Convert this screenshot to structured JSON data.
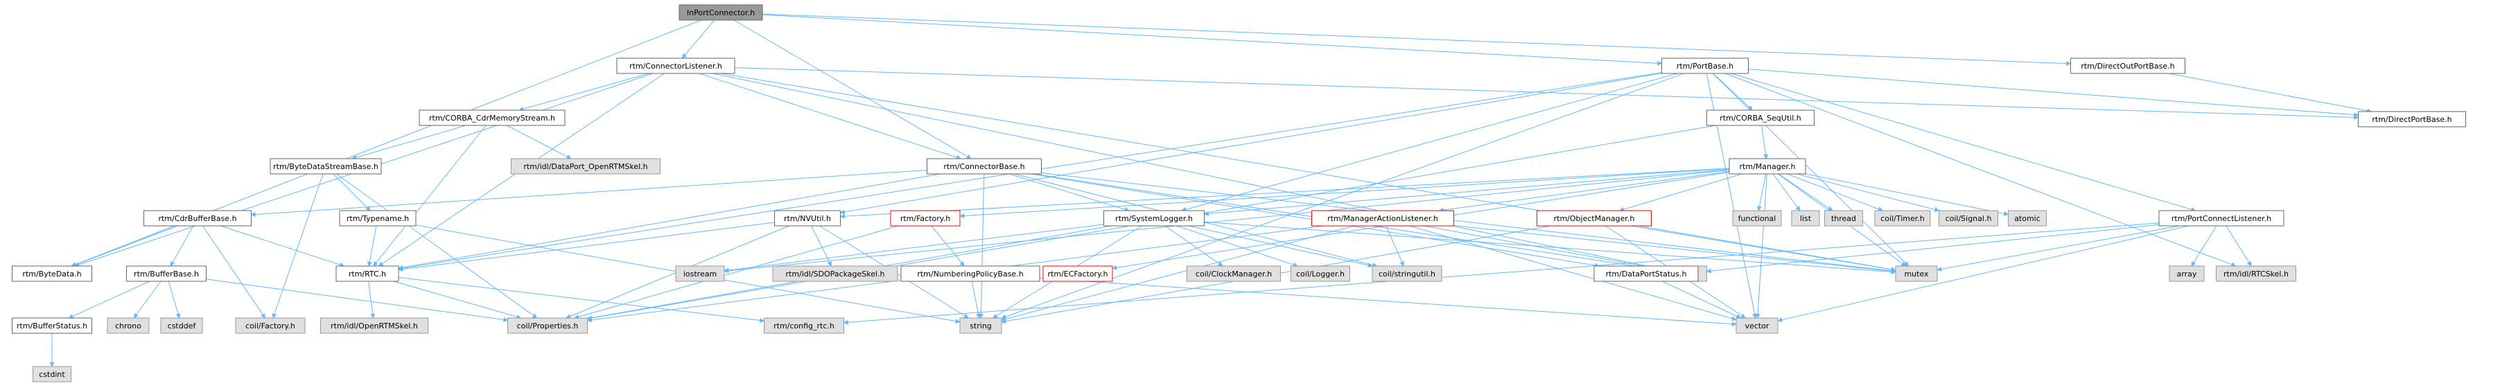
{
  "diagram": {
    "nodes": [
      {
        "id": "root",
        "label": "InPortConnector.h",
        "kind": "root"
      },
      {
        "id": "cl",
        "label": "rtm/ConnectorListener.h",
        "kind": "doc"
      },
      {
        "id": "pb",
        "label": "rtm/PortBase.h",
        "kind": "doc"
      },
      {
        "id": "dop",
        "label": "rtm/DirectOutPortBase.h",
        "kind": "doc"
      },
      {
        "id": "cdrm",
        "label": "rtm/CORBA_CdrMemoryStream.h",
        "kind": "doc"
      },
      {
        "id": "cs",
        "label": "rtm/CORBA_SeqUtil.h",
        "kind": "doc"
      },
      {
        "id": "dpb",
        "label": "rtm/DirectPortBase.h",
        "kind": "doc"
      },
      {
        "id": "bds",
        "label": "rtm/ByteDataStreamBase.h",
        "kind": "doc"
      },
      {
        "id": "dpo",
        "label": "rtm/idl/DataPort_OpenRTMSkel.h",
        "kind": "ext"
      },
      {
        "id": "cb",
        "label": "rtm/ConnectorBase.h",
        "kind": "doc"
      },
      {
        "id": "mgr",
        "label": "rtm/Manager.h",
        "kind": "doc"
      },
      {
        "id": "cdrb",
        "label": "rtm/CdrBufferBase.h",
        "kind": "doc"
      },
      {
        "id": "tn",
        "label": "rtm/Typename.h",
        "kind": "doc"
      },
      {
        "id": "nvu",
        "label": "rtm/NVUtil.h",
        "kind": "doc"
      },
      {
        "id": "fac",
        "label": "rtm/Factory.h",
        "kind": "red"
      },
      {
        "id": "sl",
        "label": "rtm/SystemLogger.h",
        "kind": "doc"
      },
      {
        "id": "mal",
        "label": "rtm/ManagerActionListener.h",
        "kind": "red"
      },
      {
        "id": "om",
        "label": "rtm/ObjectManager.h",
        "kind": "red"
      },
      {
        "id": "fn",
        "label": "functional",
        "kind": "ext"
      },
      {
        "id": "li",
        "label": "list",
        "kind": "ext"
      },
      {
        "id": "th",
        "label": "thread",
        "kind": "ext"
      },
      {
        "id": "ct",
        "label": "coil/Timer.h",
        "kind": "ext"
      },
      {
        "id": "csig",
        "label": "coil/Signal.h",
        "kind": "ext"
      },
      {
        "id": "at",
        "label": "atomic",
        "kind": "ext"
      },
      {
        "id": "pcl",
        "label": "rtm/PortConnectListener.h",
        "kind": "doc"
      },
      {
        "id": "bd",
        "label": "rtm/ByteData.h",
        "kind": "doc"
      },
      {
        "id": "bb",
        "label": "rtm/BufferBase.h",
        "kind": "doc"
      },
      {
        "id": "rtc",
        "label": "rtm/RTC.h",
        "kind": "doc"
      },
      {
        "id": "ios",
        "label": "iostream",
        "kind": "ext"
      },
      {
        "id": "sdo",
        "label": "rtm/idl/SDOPackageSkel.h",
        "kind": "ext"
      },
      {
        "id": "nps",
        "label": "rtm/NumberingPolicyBase.h",
        "kind": "doc"
      },
      {
        "id": "ecf",
        "label": "rtm/ECFactory.h",
        "kind": "red"
      },
      {
        "id": "ccm",
        "label": "coil/ClockManager.h",
        "kind": "ext"
      },
      {
        "id": "clg",
        "label": "coil/Logger.h",
        "kind": "ext"
      },
      {
        "id": "csu",
        "label": "coil/stringutil.h",
        "kind": "ext"
      },
      {
        "id": "ut",
        "label": "utility",
        "kind": "ext"
      },
      {
        "id": "mx",
        "label": "mutex",
        "kind": "ext"
      },
      {
        "id": "dps",
        "label": "rtm/DataPortStatus.h",
        "kind": "doc"
      },
      {
        "id": "arr",
        "label": "array",
        "kind": "ext"
      },
      {
        "id": "rtcs",
        "label": "rtm/idl/RTCSkel.h",
        "kind": "ext"
      },
      {
        "id": "bs",
        "label": "rtm/BufferStatus.h",
        "kind": "doc"
      },
      {
        "id": "chr",
        "label": "chrono",
        "kind": "ext"
      },
      {
        "id": "csd",
        "label": "cstddef",
        "kind": "ext"
      },
      {
        "id": "cf",
        "label": "coil/Factory.h",
        "kind": "ext"
      },
      {
        "id": "ort",
        "label": "rtm/idl/OpenRTMSkel.h",
        "kind": "ext"
      },
      {
        "id": "cp",
        "label": "coil/Properties.h",
        "kind": "ext"
      },
      {
        "id": "rcfg",
        "label": "rtm/config_rtc.h",
        "kind": "ext"
      },
      {
        "id": "str",
        "label": "string",
        "kind": "ext"
      },
      {
        "id": "vec",
        "label": "vector",
        "kind": "ext"
      },
      {
        "id": "ci",
        "label": "cstdint",
        "kind": "ext"
      }
    ],
    "edges": [
      [
        "root",
        "cl"
      ],
      [
        "root",
        "pb"
      ],
      [
        "root",
        "dop"
      ],
      [
        "root",
        "cb"
      ],
      [
        "root",
        "bd"
      ],
      [
        "dop",
        "dpb"
      ],
      [
        "pb",
        "dpb"
      ],
      [
        "cl",
        "dpb"
      ],
      [
        "cl",
        "cdrm"
      ],
      [
        "cl",
        "cb"
      ],
      [
        "cl",
        "rtc"
      ],
      [
        "cl",
        "bd"
      ],
      [
        "cl",
        "ut"
      ],
      [
        "cl",
        "mx"
      ],
      [
        "cdrm",
        "dpo"
      ],
      [
        "cdrm",
        "bds"
      ],
      [
        "cdrm",
        "rtc"
      ],
      [
        "bds",
        "tn"
      ],
      [
        "bds",
        "cf"
      ],
      [
        "bds",
        "cp"
      ],
      [
        "pb",
        "cs"
      ],
      [
        "pb",
        "pcl"
      ],
      [
        "pb",
        "sl"
      ],
      [
        "pb",
        "nvu"
      ],
      [
        "pb",
        "rtc"
      ],
      [
        "pb",
        "str"
      ],
      [
        "pb",
        "vec"
      ],
      [
        "pb",
        "rtcs"
      ],
      [
        "pb",
        "mx"
      ],
      [
        "cs",
        "mgr"
      ],
      [
        "cs",
        "cp"
      ],
      [
        "cb",
        "cdrb"
      ],
      [
        "cb",
        "rtc"
      ],
      [
        "cb",
        "sl"
      ],
      [
        "cb",
        "ut"
      ],
      [
        "cb",
        "mx"
      ],
      [
        "cb",
        "str"
      ],
      [
        "cb",
        "dps"
      ],
      [
        "cb",
        "csu"
      ],
      [
        "mgr",
        "fac"
      ],
      [
        "mgr",
        "sl"
      ],
      [
        "mgr",
        "mal"
      ],
      [
        "mgr",
        "om"
      ],
      [
        "mgr",
        "fn"
      ],
      [
        "mgr",
        "li"
      ],
      [
        "mgr",
        "th"
      ],
      [
        "mgr",
        "ct"
      ],
      [
        "mgr",
        "csig"
      ],
      [
        "mgr",
        "at"
      ],
      [
        "mgr",
        "mx"
      ],
      [
        "mgr",
        "vec"
      ],
      [
        "mgr",
        "ecf"
      ],
      [
        "mgr",
        "ios"
      ],
      [
        "mgr",
        "nvu"
      ],
      [
        "cdrb",
        "bb"
      ],
      [
        "cdrb",
        "rtc"
      ],
      [
        "cdrb",
        "cf"
      ],
      [
        "cdrb",
        "bd"
      ],
      [
        "tn",
        "rtc"
      ],
      [
        "tn",
        "str"
      ],
      [
        "nvu",
        "rtc"
      ],
      [
        "nvu",
        "sdo"
      ],
      [
        "nvu",
        "str"
      ],
      [
        "nvu",
        "cp"
      ],
      [
        "fac",
        "nps"
      ],
      [
        "fac",
        "cp"
      ],
      [
        "sl",
        "ccm"
      ],
      [
        "sl",
        "clg"
      ],
      [
        "sl",
        "csu"
      ],
      [
        "sl",
        "str"
      ],
      [
        "sl",
        "ios"
      ],
      [
        "sl",
        "cp"
      ],
      [
        "sl",
        "mx"
      ],
      [
        "mal",
        "csu"
      ],
      [
        "mal",
        "ut"
      ],
      [
        "mal",
        "vec"
      ],
      [
        "mal",
        "str"
      ],
      [
        "mal",
        "cp"
      ],
      [
        "mal",
        "mx"
      ],
      [
        "om",
        "vec"
      ],
      [
        "om",
        "mx"
      ],
      [
        "om",
        "str"
      ],
      [
        "pcl",
        "arr"
      ],
      [
        "pcl",
        "rtcs"
      ],
      [
        "pcl",
        "vec"
      ],
      [
        "pcl",
        "mx"
      ],
      [
        "pcl",
        "ut"
      ],
      [
        "pcl",
        "rcfg"
      ],
      [
        "bb",
        "bs"
      ],
      [
        "bb",
        "chr"
      ],
      [
        "bb",
        "csd"
      ],
      [
        "bb",
        "cp"
      ],
      [
        "rtc",
        "ort"
      ],
      [
        "rtc",
        "cp"
      ],
      [
        "rtc",
        "rcfg"
      ],
      [
        "nps",
        "str"
      ],
      [
        "nps",
        "vec"
      ],
      [
        "dps",
        "vec"
      ],
      [
        "bs",
        "ci"
      ]
    ]
  }
}
